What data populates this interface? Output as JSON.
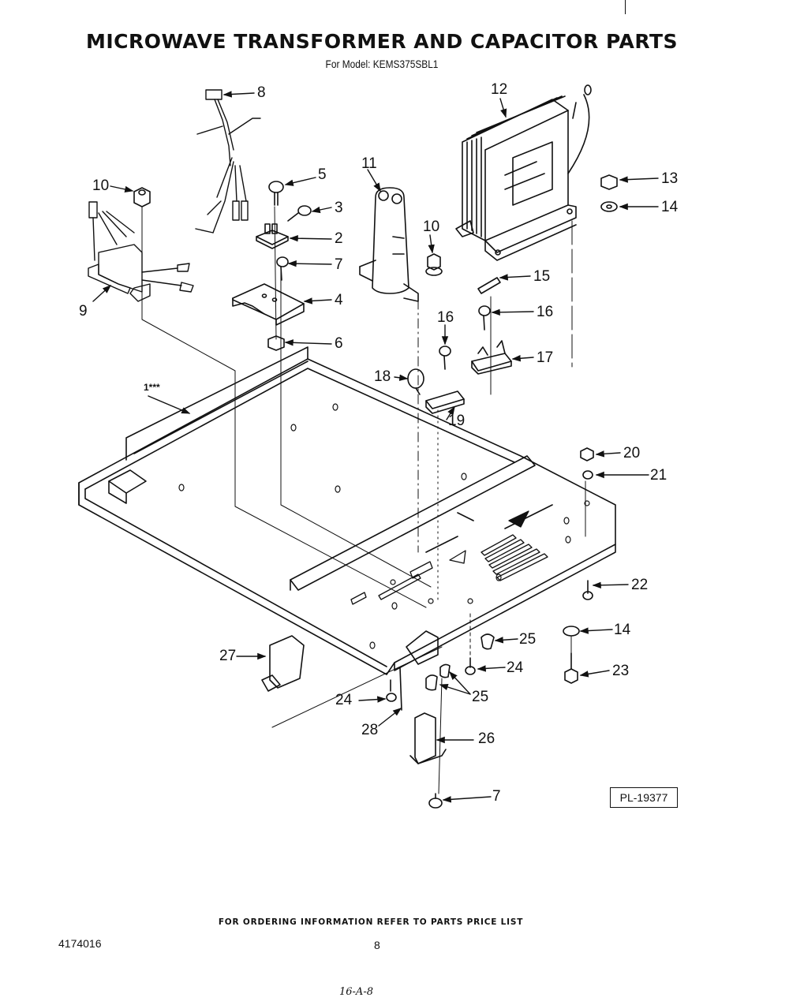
{
  "header": {
    "title": "MICROWAVE TRANSFORMER AND CAPACITOR PARTS",
    "model_line": "For Model: KEMS375SBL1"
  },
  "diagram": {
    "callouts": [
      {
        "id": "c8",
        "label": "8"
      },
      {
        "id": "c10a",
        "label": "10"
      },
      {
        "id": "c5",
        "label": "5"
      },
      {
        "id": "c3",
        "label": "3"
      },
      {
        "id": "c2",
        "label": "2"
      },
      {
        "id": "c7a",
        "label": "7"
      },
      {
        "id": "c9",
        "label": "9"
      },
      {
        "id": "c4",
        "label": "4"
      },
      {
        "id": "c6",
        "label": "6"
      },
      {
        "id": "c11",
        "label": "11"
      },
      {
        "id": "c10b",
        "label": "10"
      },
      {
        "id": "c12",
        "label": "12"
      },
      {
        "id": "c13",
        "label": "13"
      },
      {
        "id": "c14a",
        "label": "14"
      },
      {
        "id": "c15",
        "label": "15"
      },
      {
        "id": "c16a",
        "label": "16"
      },
      {
        "id": "c16b",
        "label": "16"
      },
      {
        "id": "c17",
        "label": "17"
      },
      {
        "id": "c18",
        "label": "18"
      },
      {
        "id": "c19",
        "label": "19"
      },
      {
        "id": "c1",
        "label": "1***"
      },
      {
        "id": "c20",
        "label": "20"
      },
      {
        "id": "c21",
        "label": "21"
      },
      {
        "id": "c22",
        "label": "22"
      },
      {
        "id": "c14b",
        "label": "14"
      },
      {
        "id": "c25a",
        "label": "25"
      },
      {
        "id": "c24a",
        "label": "24"
      },
      {
        "id": "c23",
        "label": "23"
      },
      {
        "id": "c27",
        "label": "27"
      },
      {
        "id": "c24b",
        "label": "24"
      },
      {
        "id": "c25b",
        "label": "25"
      },
      {
        "id": "c28",
        "label": "28"
      },
      {
        "id": "c26",
        "label": "26"
      },
      {
        "id": "c7b",
        "label": "7"
      }
    ],
    "reference_code": "PL-19377"
  },
  "footer": {
    "ordering_note": "FOR ORDERING INFORMATION REFER TO PARTS PRICE LIST",
    "document_number": "4174016",
    "page_number": "8",
    "handwritten_note": "16-A-8"
  }
}
